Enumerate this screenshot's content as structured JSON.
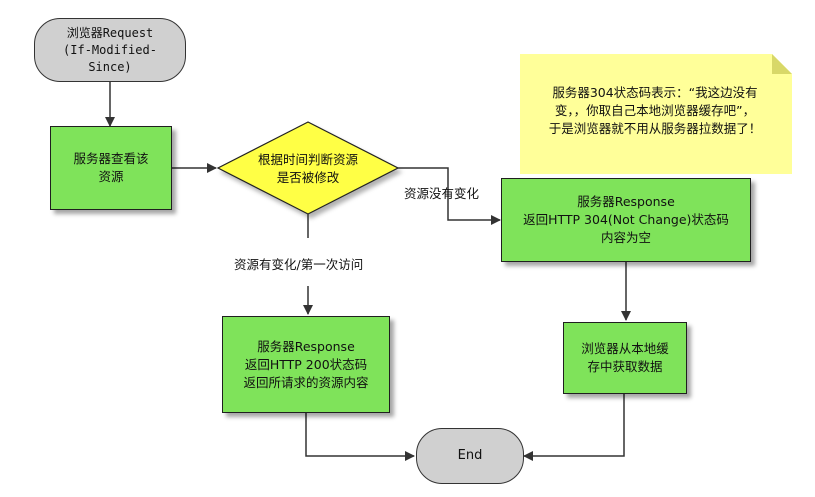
{
  "nodes": {
    "browser_request": "浏览器Request\n(If-Modified-\nSince)",
    "server_check": "服务器查看该\n资源",
    "decision": "根据时间判断资源\n是否被修改",
    "server_response_304": "服务器Response\n返回HTTP 304(Not Change)状态码\n内容为空",
    "browser_cache": "浏览器从本地缓\n存中获取数据",
    "server_response_200": "服务器Response\n返回HTTP 200状态码\n返回所请求的资源内容",
    "end": "End"
  },
  "edge_labels": {
    "not_modified": "资源没有变化",
    "modified": "资源有变化/第一次访问"
  },
  "note": {
    "text": "服务器304状态码表示：“我这边没有\n变，，你取自己本地浏览器缓存吧”，\n于是浏览器就不用从服务器拉数据了！",
    "color": "#ffff99"
  },
  "colors": {
    "process_fill": "#7fe35a",
    "decision_fill": "#ffff44",
    "terminal_fill": "#d0d0d0",
    "edge": "#333333"
  }
}
